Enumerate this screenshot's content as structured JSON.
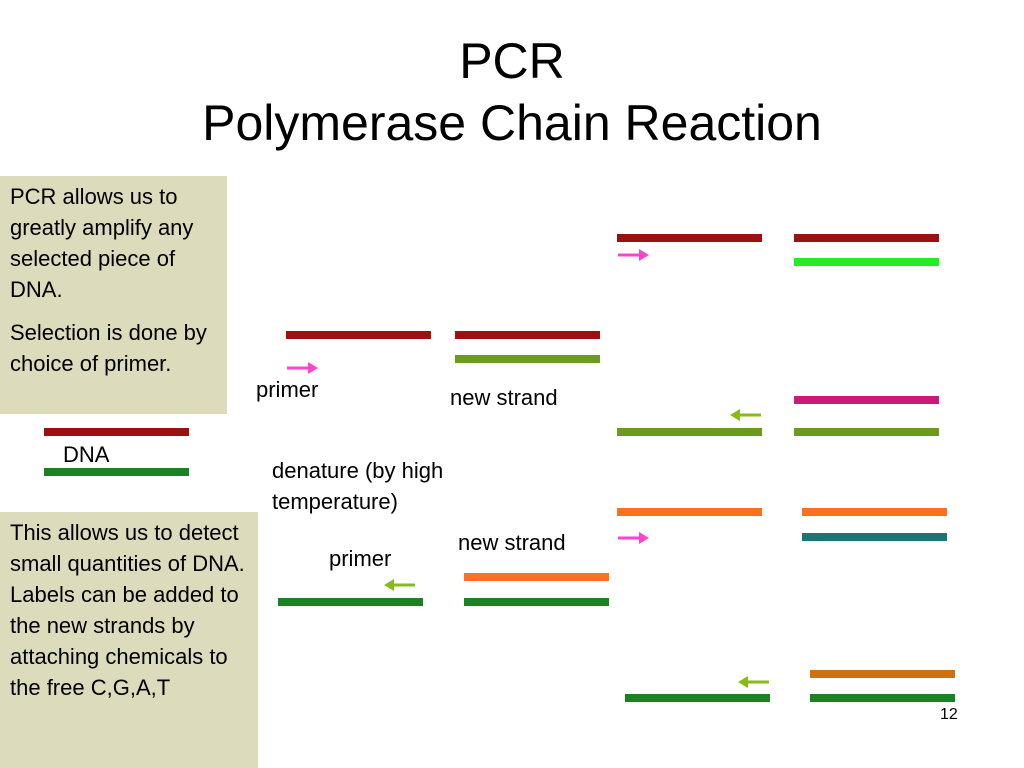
{
  "slide": {
    "title_line1": "PCR",
    "title_line2": "Polymerase Chain Reaction",
    "page_number": "12"
  },
  "info_box_top": {
    "paragraph1": "PCR allows us to greatly amplify any selected piece of DNA.",
    "paragraph2": "Selection is done by choice of primer."
  },
  "info_box_bottom": {
    "text": "This allows us to detect small quantities of DNA. Labels can be added to the new strands by attaching chemicals to the free C,G,A,T"
  },
  "labels": {
    "dna": "DNA",
    "primer_top": "primer",
    "new_strand_top": "new strand",
    "denature": "denature (by high temperature)",
    "primer_bottom": "primer",
    "new_strand_bottom": "new strand"
  },
  "colors": {
    "dark_red": "#9b1111",
    "dark_green": "#1a8224",
    "olive_green": "#6b9a1c",
    "bright_green": "#22ee22",
    "magenta": "#cc1a78",
    "orange": "#ff7020",
    "teal": "#1d7475",
    "brown_orange": "#d07010",
    "pink_primer": "#ff44cc",
    "lime_primer": "#88bb1a",
    "info_box_bg": "#dcdcbc"
  }
}
